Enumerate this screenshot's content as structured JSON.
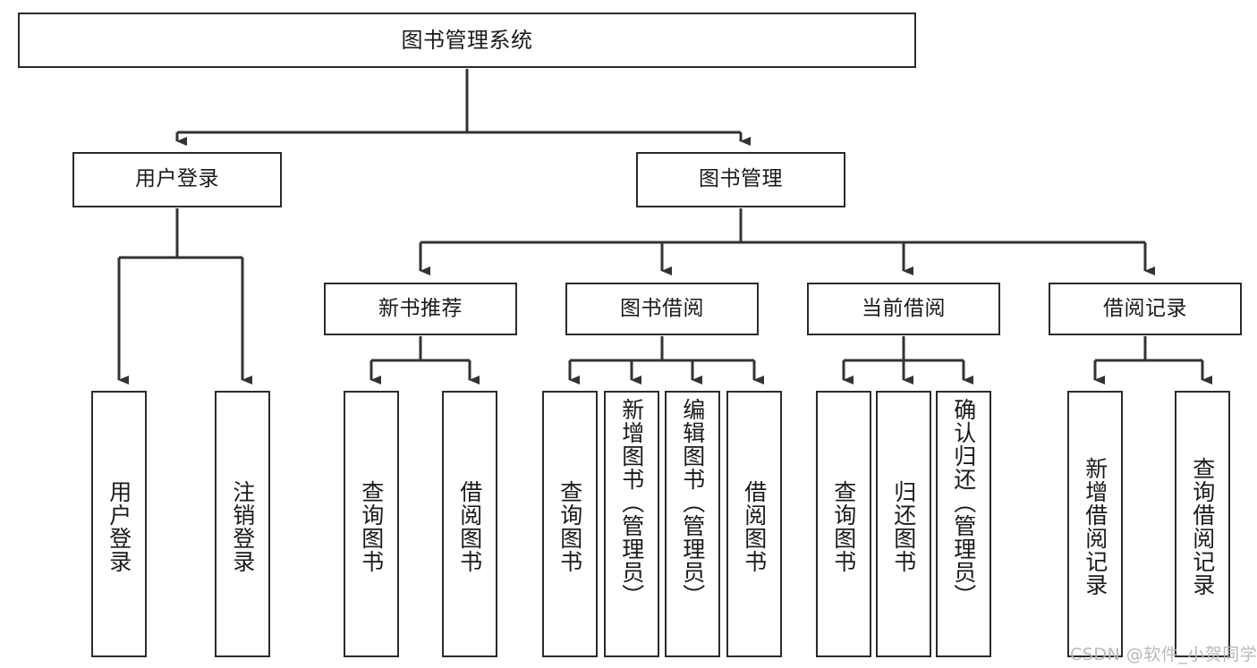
{
  "diagram": {
    "title": "图书管理系统",
    "type": "tree-hierarchy-chart",
    "orientation": "top-down",
    "colors": {
      "box_stroke": "#2b2b2b",
      "box_fill": "#ffffff",
      "connector": "#333333",
      "text": "#1a1a1a",
      "watermark": "#b9b9b9",
      "background": "#ffffff"
    },
    "nodes": {
      "root": {
        "label": "图书管理系统"
      },
      "level2": [
        {
          "label": "用户登录"
        },
        {
          "label": "图书管理"
        }
      ],
      "level3": [
        {
          "label": "新书推荐"
        },
        {
          "label": "图书借阅"
        },
        {
          "label": "当前借阅"
        },
        {
          "label": "借阅记录"
        }
      ],
      "leaves_user_login": [
        {
          "label": "用户登录"
        },
        {
          "label": "注销登录"
        }
      ],
      "leaves_new_book": [
        {
          "label": "查询图书"
        },
        {
          "label": "借阅图书"
        }
      ],
      "leaves_borrow": [
        {
          "label": "查询图书"
        },
        {
          "label": "新增图书（管理员）"
        },
        {
          "label": "编辑图书（管理员）"
        },
        {
          "label": "借阅图书"
        }
      ],
      "leaves_current": [
        {
          "label": "查询图书"
        },
        {
          "label": "归还图书"
        },
        {
          "label": "确认归还（管理员）"
        }
      ],
      "leaves_records": [
        {
          "label": "新增借阅记录"
        },
        {
          "label": "查询借阅记录"
        }
      ]
    },
    "watermark": "CSDN @软件_小贺同学"
  }
}
